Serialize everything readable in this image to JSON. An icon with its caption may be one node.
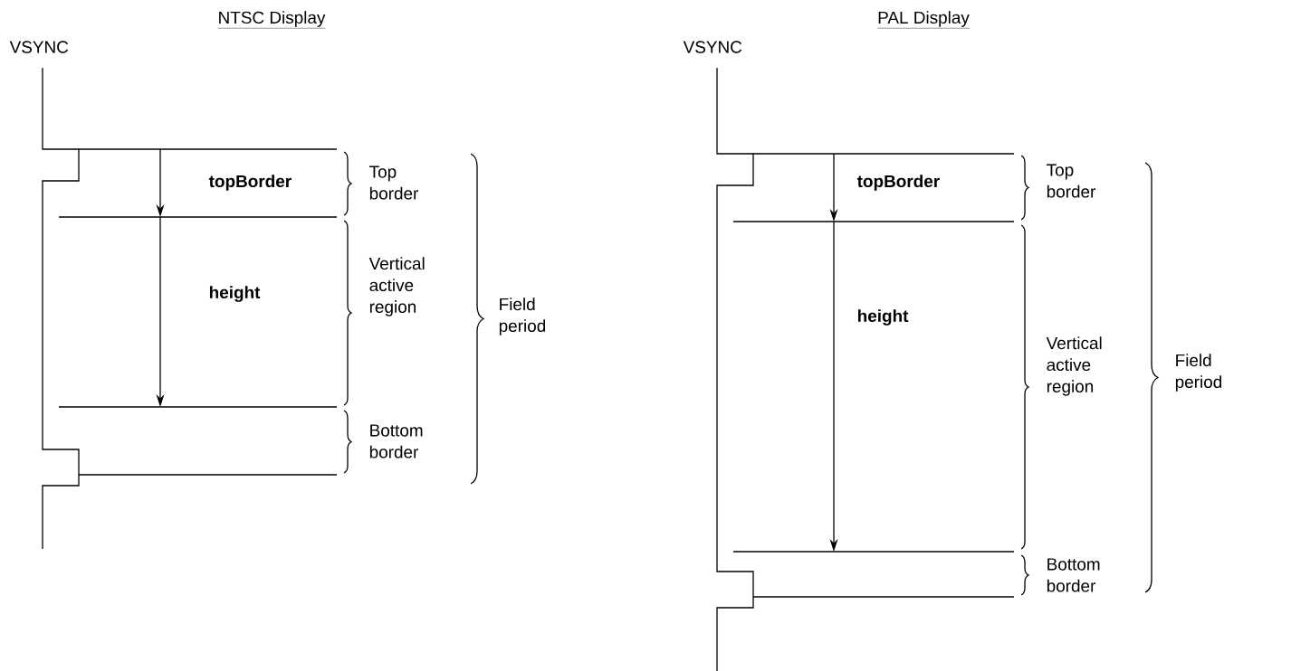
{
  "diagram": {
    "labels": [
      "NTSC Display",
      "PAL Display",
      "VSYNC",
      "topBorder",
      "Top border",
      "height",
      "Vertical active region",
      "Field period",
      "Bottom border",
      "VSYNC",
      "topBorder",
      "Top border",
      "height",
      "Vertical active region",
      "Field period",
      "Bottom border"
    ]
  }
}
